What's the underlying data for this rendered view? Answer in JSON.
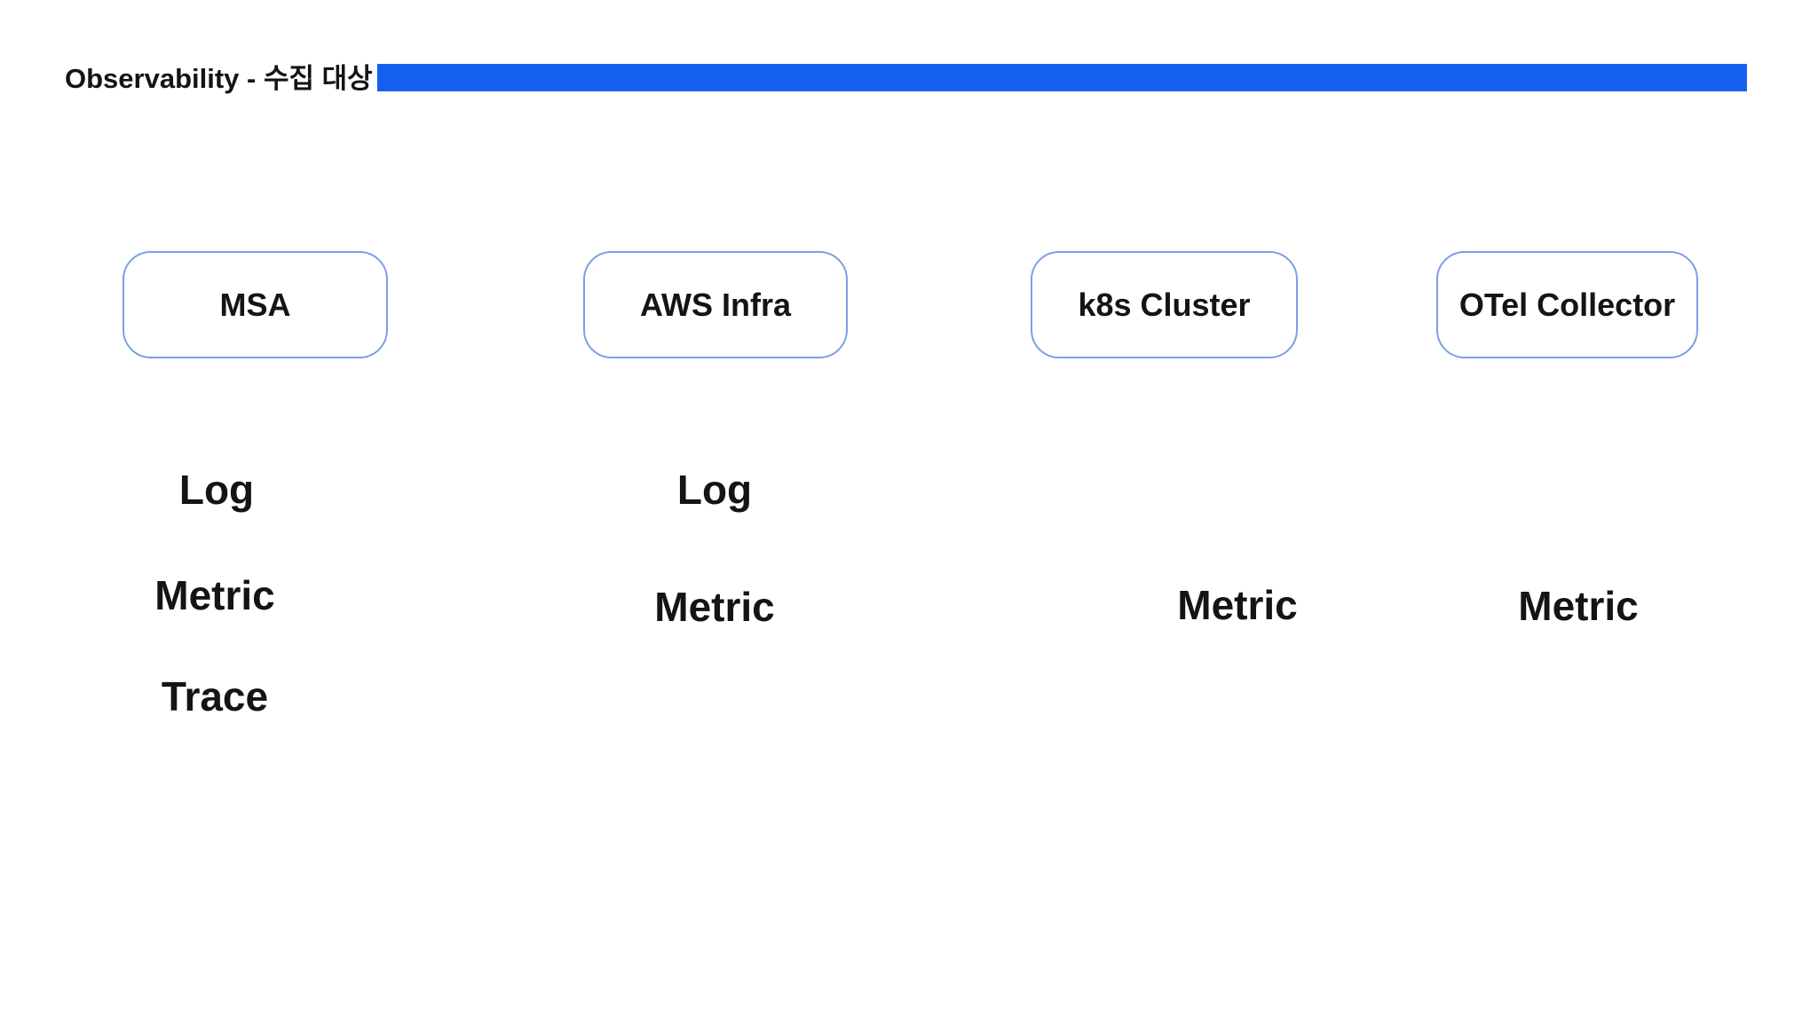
{
  "slide": {
    "title": "Observability - 수집 대상",
    "accent_bar_color": "#1560ee",
    "box_border_color": "#7b9fe4",
    "text_color": "#141414",
    "background_color": "#ffffff"
  },
  "columns": [
    {
      "label": "MSA",
      "signals": [
        "Log",
        "Metric",
        "Trace"
      ]
    },
    {
      "label": "AWS Infra",
      "signals": [
        "Log",
        "Metric"
      ]
    },
    {
      "label": "k8s Cluster",
      "signals": [
        "Metric"
      ]
    },
    {
      "label": "OTel Collector",
      "signals": [
        "Metric"
      ]
    }
  ]
}
